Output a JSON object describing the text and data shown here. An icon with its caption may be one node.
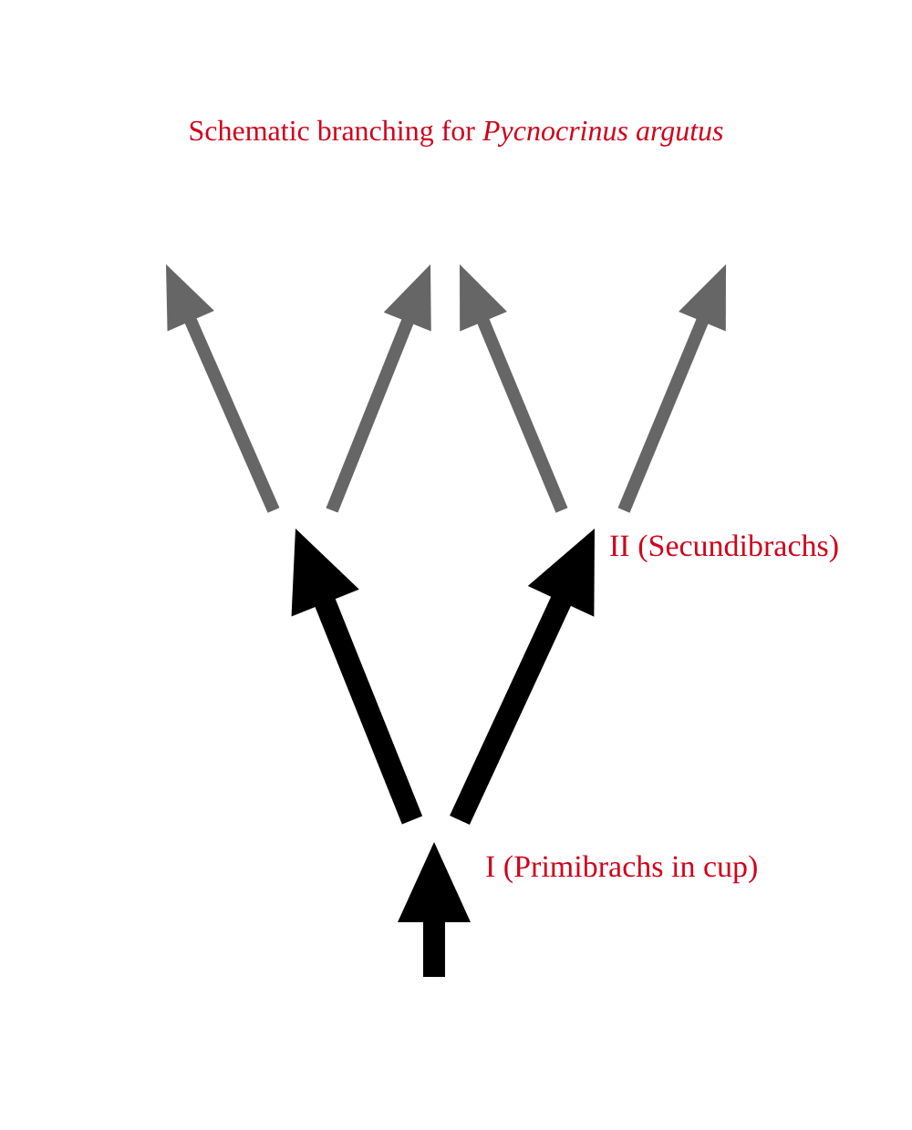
{
  "diagram": {
    "title": "Schematic branching for *Pycnocrinus argutus*",
    "labels": [
      "II (Secundibrachs)",
      "I (Primibrachs in cup)"
    ]
  }
}
